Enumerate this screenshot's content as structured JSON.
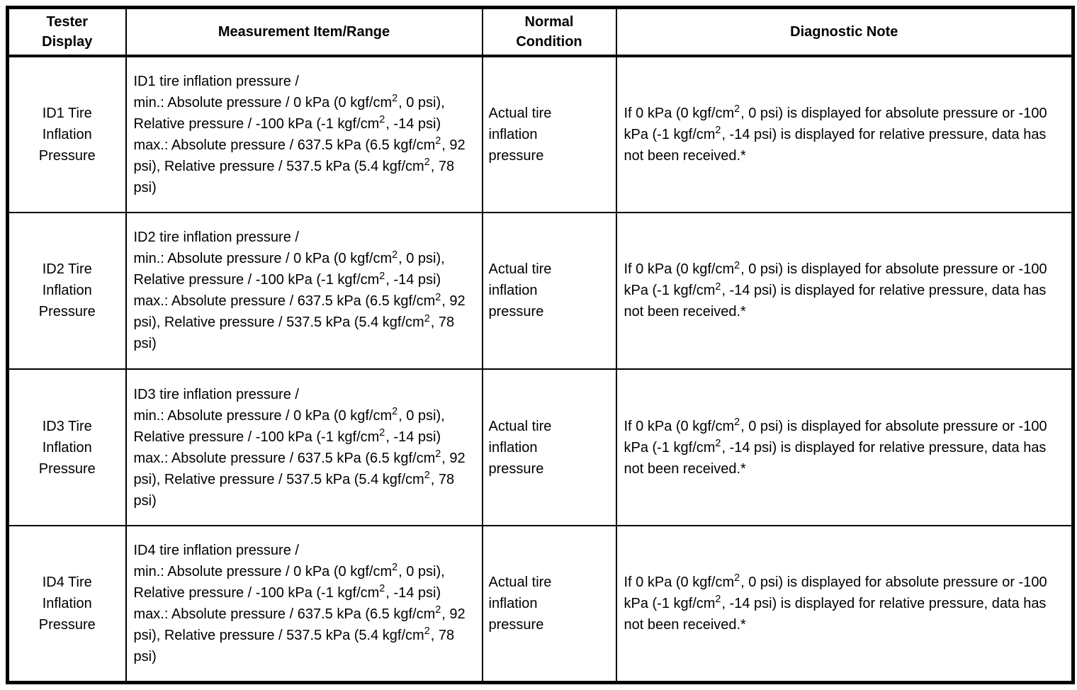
{
  "table": {
    "headers": {
      "tester_display": "Tester\nDisplay",
      "measurement": "Measurement Item/Range",
      "normal_condition": "Normal\nCondition",
      "diagnostic_note": "Diagnostic Note"
    },
    "rows": [
      {
        "tester_display": "ID1 Tire\nInflation\nPressure",
        "measurement": "ID1 tire inflation pressure /\nmin.: Absolute pressure / 0 kPa (0 kgf/cm², 0 psi), Relative pressure / -100 kPa (-1 kgf/cm², -14 psi)\nmax.: Absolute pressure / 637.5 kPa (6.5 kgf/cm², 92 psi), Relative pressure / 537.5 kPa (5.4 kgf/cm², 78 psi)",
        "normal_condition": "Actual tire\ninflation\npressure",
        "diagnostic_note": "If 0 kPa (0 kgf/cm², 0 psi) is displayed for absolute pressure or -100 kPa (-1 kgf/cm², -14 psi) is displayed for relative pressure, data has not been received.*"
      },
      {
        "tester_display": "ID2 Tire\nInflation\nPressure",
        "measurement": "ID2 tire inflation pressure /\nmin.: Absolute pressure / 0 kPa (0 kgf/cm², 0 psi), Relative pressure / -100 kPa (-1 kgf/cm², -14 psi)\nmax.: Absolute pressure / 637.5 kPa (6.5 kgf/cm², 92 psi), Relative pressure / 537.5 kPa (5.4 kgf/cm², 78 psi)",
        "normal_condition": "Actual tire\ninflation\npressure",
        "diagnostic_note": "If 0 kPa (0 kgf/cm², 0 psi) is displayed for absolute pressure or -100 kPa (-1 kgf/cm², -14 psi) is displayed for relative pressure, data has not been received.*"
      },
      {
        "tester_display": "ID3 Tire\nInflation\nPressure",
        "measurement": "ID3 tire inflation pressure /\nmin.: Absolute pressure / 0 kPa (0 kgf/cm², 0 psi), Relative pressure / -100 kPa (-1 kgf/cm², -14 psi)\nmax.: Absolute pressure / 637.5 kPa (6.5 kgf/cm², 92 psi), Relative pressure / 537.5 kPa (5.4 kgf/cm², 78 psi)",
        "normal_condition": "Actual tire\ninflation\npressure",
        "diagnostic_note": "If 0 kPa (0 kgf/cm², 0 psi) is displayed for absolute pressure or -100 kPa (-1 kgf/cm², -14 psi) is displayed for relative pressure, data has not been received.*"
      },
      {
        "tester_display": "ID4 Tire\nInflation\nPressure",
        "measurement": "ID4 tire inflation pressure /\nmin.: Absolute pressure / 0 kPa (0 kgf/cm², 0 psi), Relative pressure / -100 kPa (-1 kgf/cm², -14 psi)\nmax.: Absolute pressure / 637.5 kPa (6.5 kgf/cm², 92 psi), Relative pressure / 537.5 kPa (5.4 kgf/cm², 78 psi)",
        "normal_condition": "Actual tire\ninflation\npressure",
        "diagnostic_note": "If 0 kPa (0 kgf/cm², 0 psi) is displayed for absolute pressure or -100 kPa (-1 kgf/cm², -14 psi) is displayed for relative pressure, data has not been received.*"
      }
    ]
  }
}
